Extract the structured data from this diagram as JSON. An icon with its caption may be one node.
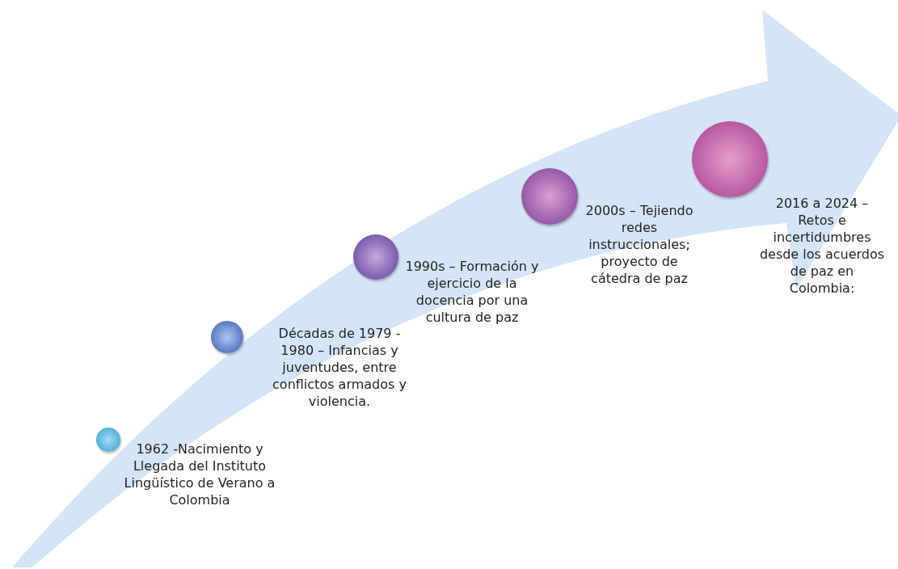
{
  "diagram": {
    "nodes": [
      {
        "text": [],
        "shape": "circle",
        "beside": [
          "1962 -Nacimiento y Llegada del Instituto Lingüístico de Verano a Colombia"
        ]
      },
      {
        "text": [],
        "shape": "circle",
        "beside": [
          "Décadas de 1979 - 1980 – Infancias y juventudes, entre conflictos armados y violencia."
        ]
      },
      {
        "text": [],
        "shape": "circle",
        "beside": [
          "1990s – Formación y ejercicio de la docencia por una cultura de paz"
        ]
      },
      {
        "text": [],
        "shape": "circle",
        "beside": [
          "2000s – Tejiendo redes instruccionales; proyecto de cátedra de paz"
        ]
      },
      {
        "text": [],
        "shape": "circle",
        "beside": [
          "2016 a 2024 – Retos e incertidumbres desde los acuerdos de paz en Colombia:"
        ]
      }
    ],
    "edges": []
  }
}
